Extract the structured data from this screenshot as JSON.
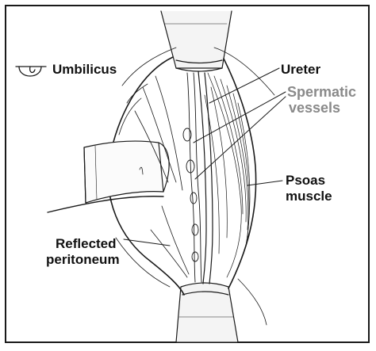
{
  "labels": {
    "umbilicus": "Umbilicus",
    "ureter": "Ureter",
    "spermatic_vessels_line1": "Spermatic",
    "spermatic_vessels_line2": "vessels",
    "psoas_muscle_line1": "Psoas",
    "psoas_muscle_line2": "muscle",
    "reflected_peritoneum_line1": "Reflected",
    "reflected_peritoneum_line2": "peritoneum"
  },
  "colors": {
    "line": "#1a1a1a",
    "highlight_label": "#8a8a8a"
  },
  "icons": {
    "umbilicus": "umbilicus-symbol-icon"
  }
}
